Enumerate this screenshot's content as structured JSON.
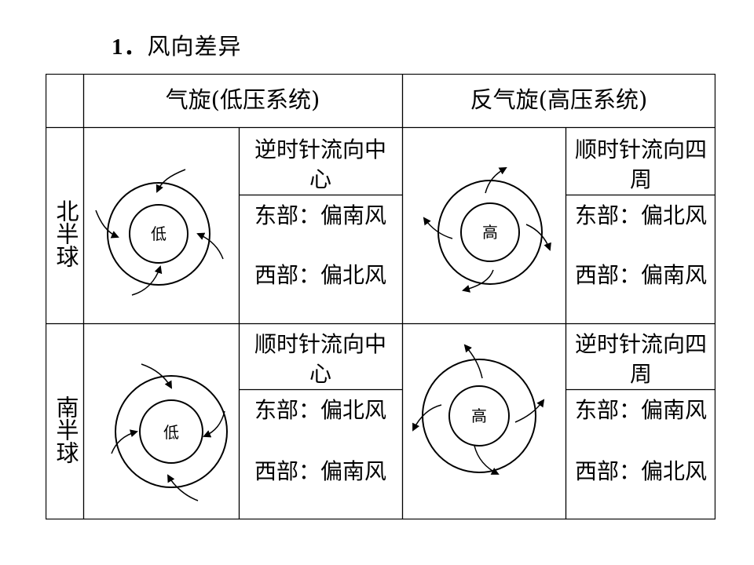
{
  "title": {
    "number": "1．",
    "text": "风向差异"
  },
  "header": {
    "cyclone": "气旋(低压系统)",
    "anticyclone": "反气旋(高压系统)"
  },
  "rows": {
    "north": {
      "label": "北半球",
      "cyclone": {
        "center_label": "低",
        "flow": "逆时针流向中心",
        "east": "东部：偏南风",
        "west": "西部：偏北风"
      },
      "anticyclone": {
        "center_label": "高",
        "flow": "顺时针流向四周",
        "east": "东部：偏北风",
        "west": "西部：偏南风"
      }
    },
    "south": {
      "label": "南半球",
      "cyclone": {
        "center_label": "低",
        "flow": "顺时针流向中心",
        "east": "东部：偏北风",
        "west": "西部：偏南风"
      },
      "anticyclone": {
        "center_label": "高",
        "flow": "逆时针流向四周",
        "east": "东部：偏南风",
        "west": "西部：偏北风"
      }
    }
  },
  "colors": {
    "line": "#000000",
    "background": "#ffffff"
  }
}
